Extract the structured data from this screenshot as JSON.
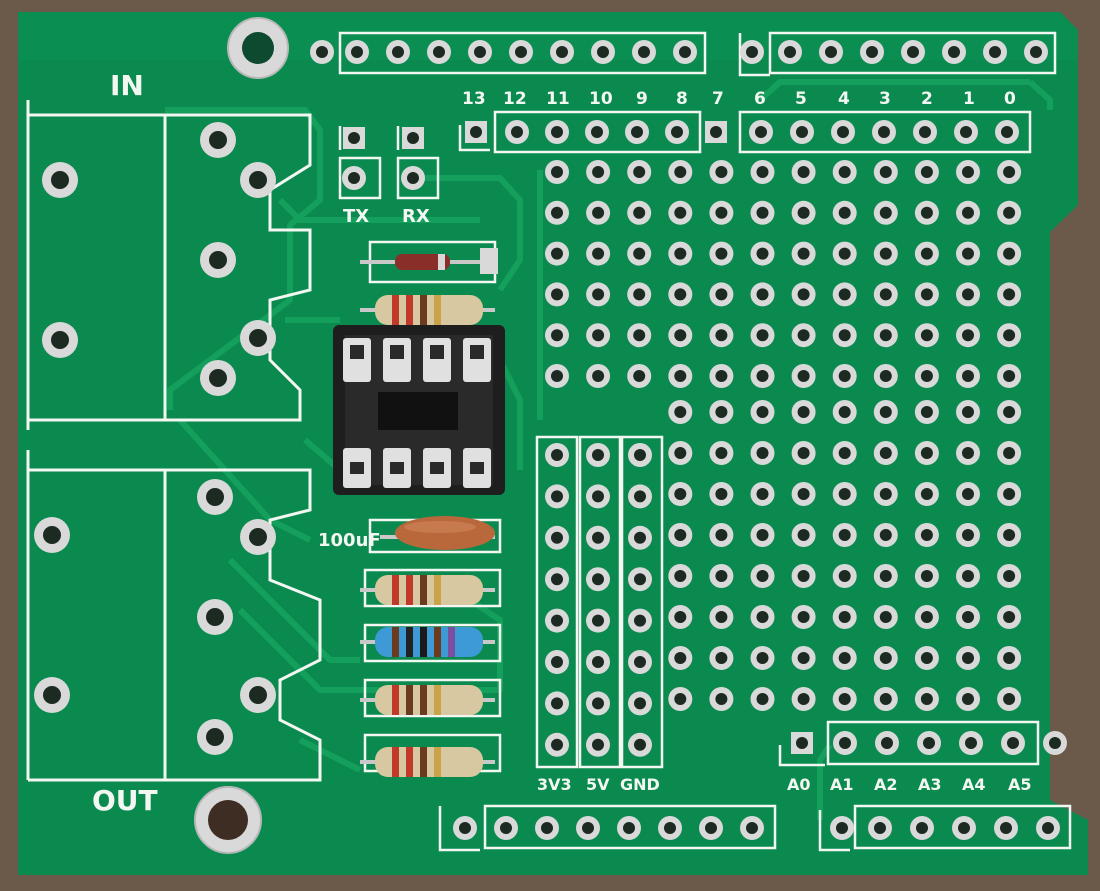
{
  "colors": {
    "board": "#0b8a4f",
    "board_dark": "#077a44",
    "trace": "#14a05c",
    "silk": "#f2f7f2",
    "pad": "#d9d9d9",
    "hole": "#1c2a22",
    "background": "#6b5a4a",
    "ic_socket": "#1e1e1e",
    "capacitor": "#b8683a",
    "resistor_body": "#d7c8a2",
    "resistor_blue_body": "#3d9ad6"
  },
  "labels": {
    "in": "IN",
    "out": "OUT",
    "tx": "TX",
    "rx": "RX",
    "capacitor": "100uF",
    "pin13": "13",
    "pin12": "12",
    "pin11": "11",
    "pin10": "10",
    "pin9": "9",
    "pin8": "8",
    "pin7": "7",
    "pin6": "6",
    "pin5": "5",
    "pin4": "4",
    "pin3": "3",
    "pin2": "2",
    "pin1": "1",
    "pin0": "0",
    "rail_3v3": "3V3",
    "rail_5v": "5V",
    "rail_gnd": "GND",
    "a0": "A0",
    "a1": "A1",
    "a2": "A2",
    "a3": "A3",
    "a4": "A4",
    "a5": "A5"
  }
}
